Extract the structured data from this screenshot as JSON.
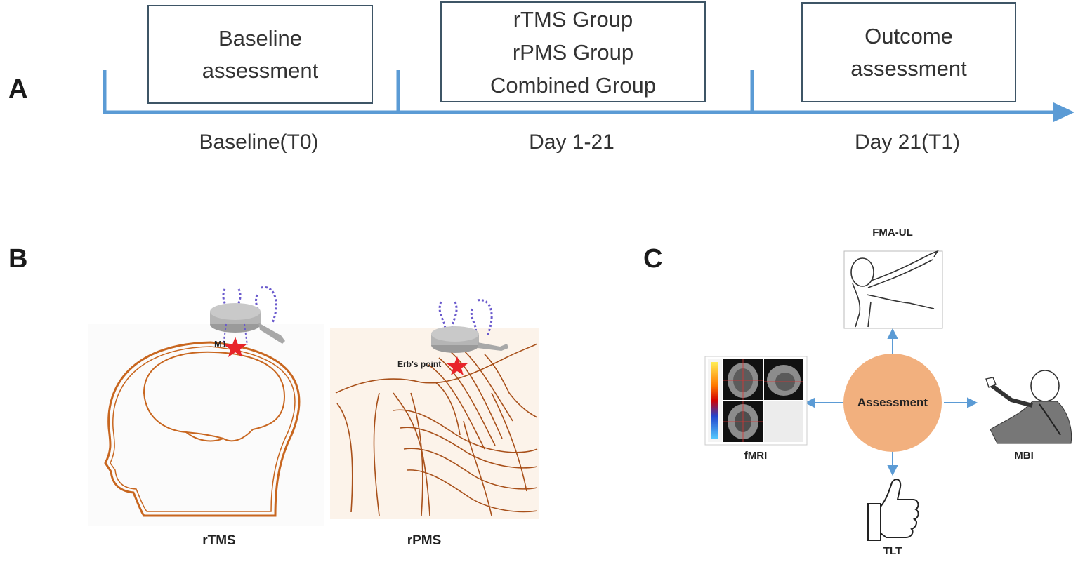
{
  "panels": {
    "a": "A",
    "b": "B",
    "c": "C"
  },
  "timeline": {
    "boxes": [
      {
        "lines": [
          "Baseline",
          "assessment"
        ]
      },
      {
        "lines": [
          "rTMS Group",
          "rPMS Group",
          "Combined Group"
        ]
      },
      {
        "lines": [
          "Outcome",
          "assessment"
        ]
      }
    ],
    "labels": [
      "Baseline(T0)",
      "Day 1-21",
      "Day 21(T1)"
    ]
  },
  "stimulation": {
    "rtms_caption": "rTMS",
    "rpms_caption": "rPMS",
    "m1_label": "M1",
    "erb_label": "Erb's point"
  },
  "assessment": {
    "center": "Assessment",
    "top": "FMA-UL",
    "left": "fMRI",
    "right": "MBI",
    "bottom": "TLT"
  },
  "colors": {
    "timeline_blue": "#5b9bd5",
    "box_border": "#3e5566",
    "anatomy_orange": "#c8661f",
    "assessment_circle": "#f2b07e",
    "star_red": "#e8242a"
  }
}
